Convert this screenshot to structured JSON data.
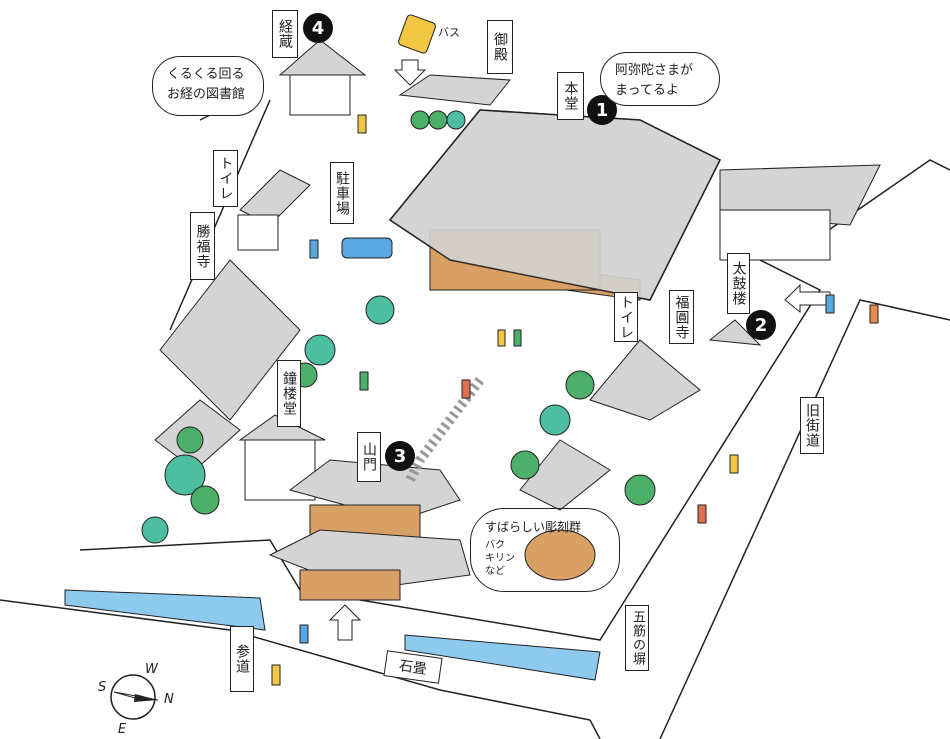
{
  "labels": {
    "kyozo": "経蔵",
    "bus": "バス",
    "goten": "御殿",
    "hondo": "本堂",
    "toilet_left": "トイレ",
    "parking": "駐車場",
    "shofukuji": "勝福寺",
    "toilet_right": "トイレ",
    "fukuenji": "福圓寺",
    "taikoro": "太鼓楼",
    "shoro": "鐘楼堂",
    "sanmon": "山門",
    "kyukaido": "旧街道",
    "sando": "参道",
    "ishidatami": "石畳",
    "gosuji": "五筋の塀"
  },
  "markers": [
    "1",
    "2",
    "3",
    "4"
  ],
  "bubbles": {
    "library": [
      "くるくる回る",
      "お経の図書館"
    ],
    "amida": [
      "阿弥陀さまが",
      "まってるよ"
    ],
    "carving": {
      "title": "すばらしい彫刻群",
      "note": [
        "バク",
        "キリン",
        "など"
      ]
    }
  },
  "compass": {
    "n": "N",
    "s": "S",
    "e": "E",
    "w": "W"
  },
  "colors": {
    "roof": "#d4d4d4",
    "wood": "#d9a066",
    "tree": "#4caf6a",
    "tree_teal": "#4dbfa0",
    "water": "#8ec9ee",
    "car": "#5aa6e0",
    "bus": "#f2c744",
    "marker": "#111111"
  }
}
